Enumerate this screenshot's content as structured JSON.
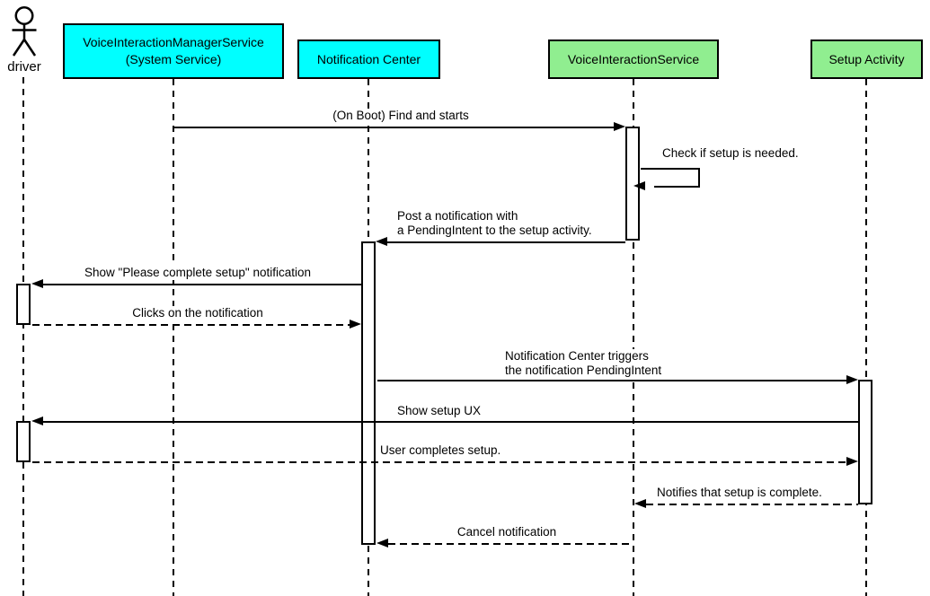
{
  "diagram": {
    "type": "uml-sequence-diagram"
  },
  "colors": {
    "system_service_box": "#00FFFF",
    "activity_box": "#90EE90",
    "line": "#000000",
    "background": "#FFFFFF"
  },
  "participants": [
    {
      "id": "driver",
      "type": "actor",
      "label": "driver"
    },
    {
      "id": "vims",
      "type": "participant",
      "label_line1": "VoiceInteractionManagerService",
      "label_line2": "(System Service)",
      "color": "#00FFFF"
    },
    {
      "id": "notification-center",
      "type": "participant",
      "label": "Notification Center",
      "color": "#00FFFF"
    },
    {
      "id": "voice-interaction-service",
      "type": "participant",
      "label": "VoiceInteractionService",
      "color": "#90EE90"
    },
    {
      "id": "setup-activity",
      "type": "participant",
      "label": "Setup Activity",
      "color": "#90EE90"
    }
  ],
  "messages": [
    {
      "from": "vims",
      "to": "voice-interaction-service",
      "style": "solid",
      "label": "(On Boot) Find and starts"
    },
    {
      "from": "voice-interaction-service",
      "to": "voice-interaction-service",
      "style": "solid",
      "self": true,
      "label": "Check if setup is needed."
    },
    {
      "from": "voice-interaction-service",
      "to": "notification-center",
      "style": "solid",
      "label_line1": "Post a notification with",
      "label_line2": "a PendingIntent to the setup activity."
    },
    {
      "from": "notification-center",
      "to": "driver",
      "style": "solid",
      "label": "Show \"Please complete setup\" notification"
    },
    {
      "from": "driver",
      "to": "notification-center",
      "style": "dashed",
      "label": "Clicks on the notification"
    },
    {
      "from": "notification-center",
      "to": "setup-activity",
      "style": "solid",
      "label_line1": "Notification Center triggers",
      "label_line2": "the notification PendingIntent"
    },
    {
      "from": "setup-activity",
      "to": "driver",
      "style": "solid",
      "label": "Show setup UX"
    },
    {
      "from": "driver",
      "to": "setup-activity",
      "style": "dashed",
      "label": "User completes setup."
    },
    {
      "from": "setup-activity",
      "to": "voice-interaction-service",
      "style": "dashed",
      "label": "Notifies that setup is complete."
    },
    {
      "from": "voice-interaction-service",
      "to": "notification-center",
      "style": "dashed",
      "label": "Cancel notification"
    }
  ]
}
